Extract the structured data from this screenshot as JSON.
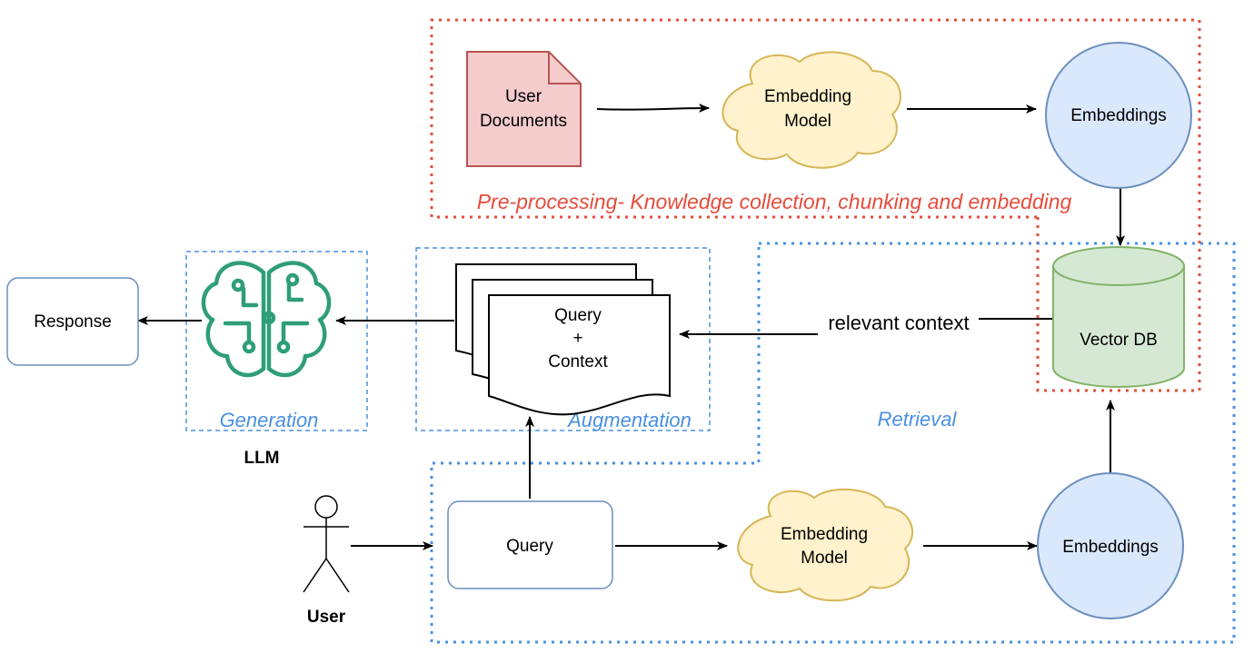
{
  "colors": {
    "red_region": "#e74c3c",
    "blue_region": "#4a90e2",
    "document_fill": "#f4cccc",
    "document_stroke": "#b85450",
    "cloud_fill": "#fff2cc",
    "cloud_stroke": "#d6b656",
    "circle_fill": "#dae8fc",
    "circle_stroke": "#6c8ebf",
    "db_fill": "#d5e8d4",
    "db_stroke": "#82b366",
    "node_stroke": "#6c8ebf",
    "llm_icon": "#2e9e78"
  },
  "regions": {
    "preprocessing_caption": "Pre-processing- Knowledge collection, chunking and embedding",
    "retrieval_caption": "Retrieval",
    "augmentation_caption": "Augmentation",
    "generation_caption": "Generation"
  },
  "nodes": {
    "user_documents": {
      "line1": "User",
      "line2": "Documents"
    },
    "embedding_model_top": {
      "line1": "Embedding",
      "line2": "Model"
    },
    "embeddings_top": "Embeddings",
    "vector_db": "Vector DB",
    "query_context": {
      "line1": "Query",
      "line2": "+",
      "line3": "Context"
    },
    "response": "Response",
    "llm_label": "LLM",
    "user_label": "User",
    "query": "Query",
    "embedding_model_bottom": {
      "line1": "Embedding",
      "line2": "Model"
    },
    "embeddings_bottom": "Embeddings"
  },
  "edges": {
    "relevant_context": "relevant context"
  },
  "icons": {
    "llm": "brain-circuit-icon",
    "user": "stick-figure-icon"
  }
}
